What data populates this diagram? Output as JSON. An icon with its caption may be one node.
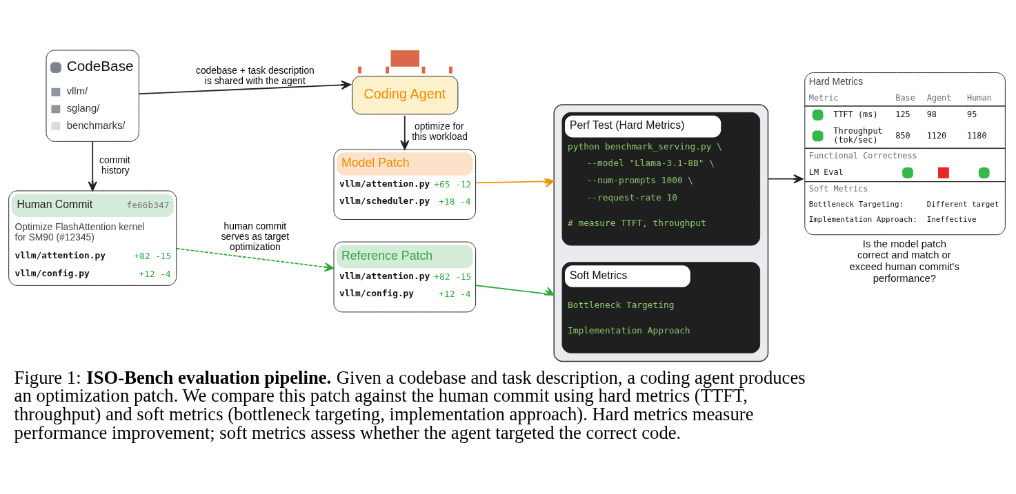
{
  "diagram": {
    "caption": "Figure 1: **ISO-Bench evaluation pipeline.** Given a codebase and task description, a coding agent produces an optimization patch. We compare this patch against the human commit using hard metrics (TTFT, throughput) and soft metrics (bottleneck targeting, implementation approach). Hard metrics measure performance improvement; soft metrics assess whether the agent targeted the correct code.",
    "nodes": [
      {
        "text": [
          "CodeBase",
          "vllm/",
          "sglang/",
          "benchmarks/"
        ]
      },
      {
        "text": [
          "Coding Agent"
        ]
      },
      {
        "text": [
          "Human Commit",
          "fe66b347",
          "Optimize FlashAttention kernel for SM90 (#12345)",
          "vllm/attention.py",
          "+82 -15",
          "vllm/config.py",
          "+12 -4"
        ]
      },
      {
        "text": [
          "Model Patch",
          "vllm/attention.py",
          "+65 -12",
          "vllm/scheduler.py",
          "+18 -4"
        ]
      },
      {
        "text": [
          "Reference Patch",
          "vllm/attention.py",
          "+82 -15",
          "vllm/config.py",
          "+12 -4"
        ]
      },
      {
        "text": [],
        "shape": "box"
      },
      {
        "text": [
          "Perf Test (Hard Metrics)",
          "python benchmark_serving.py \\",
          "--model \"Llama-3.1-8B\" \\",
          "--num-prompts 1000 \\",
          "--request-rate 10",
          "# measure TTFT, throughput"
        ],
        "in": 5
      },
      {
        "text": [
          "Soft Metrics",
          "Bottleneck Targeting",
          "Implementation Approach"
        ],
        "in": 5
      },
      {
        "text": [
          "Hard Metrics",
          "Metric",
          "Base",
          "Agent",
          "Human",
          "TTFT (ms)",
          "125",
          "98",
          "95",
          "Throughput (tok/sec)",
          "850",
          "1120",
          "1180",
          "Functional Correctness",
          "LM Eval",
          "Soft Metrics",
          "Bottleneck Targeting:",
          "Different target",
          "Implementation Approach:",
          "Ineffective"
        ],
        "beside": [
          "Is the model patch correct and match or exceed human commit's performance?"
        ]
      }
    ],
    "edges": [
      {
        "from": 0,
        "to": 1,
        "arrow": "to",
        "label": "codebase + task description is shared with the agent"
      },
      {
        "from": 0,
        "to": 2,
        "arrow": "to",
        "label": "commit history"
      },
      {
        "from": 1,
        "to": 3,
        "arrow": "to",
        "label": "optimize for this workload"
      },
      {
        "from": 2,
        "to": 4,
        "arrow": "to",
        "label": "human commit serves as target optimization",
        "style": "dashed",
        "color": "#2eaa3c"
      },
      {
        "from": 3,
        "to": 5,
        "arrow": "to",
        "color": "#f39200"
      },
      {
        "from": 4,
        "to": 5,
        "arrow": "to",
        "color": "#2eaa3c"
      },
      {
        "from": 5,
        "to": 8,
        "arrow": "to"
      }
    ]
  }
}
